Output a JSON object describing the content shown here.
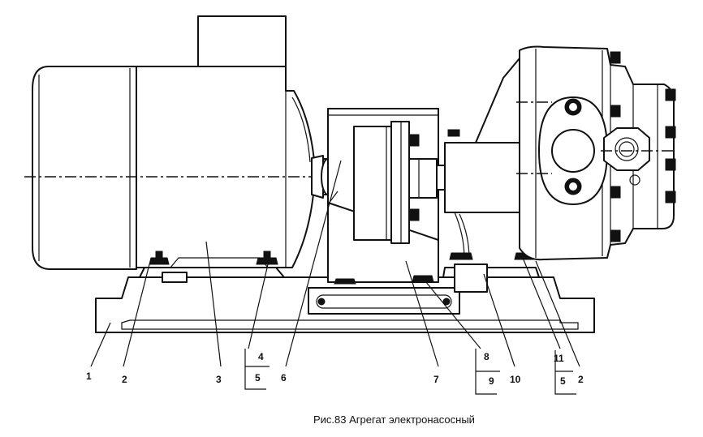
{
  "caption": "Рис.83 Агрегат электронасосный",
  "callouts": [
    {
      "id": "c1",
      "label": "1"
    },
    {
      "id": "c2a",
      "label": "2"
    },
    {
      "id": "c3",
      "label": "3"
    },
    {
      "id": "c4",
      "label": "4"
    },
    {
      "id": "c5a",
      "label": "5"
    },
    {
      "id": "c6",
      "label": "6"
    },
    {
      "id": "c7",
      "label": "7"
    },
    {
      "id": "c8",
      "label": "8"
    },
    {
      "id": "c9",
      "label": "9"
    },
    {
      "id": "c10",
      "label": "10"
    },
    {
      "id": "c11",
      "label": "11"
    },
    {
      "id": "c5b",
      "label": "5"
    },
    {
      "id": "c2b",
      "label": "2"
    }
  ]
}
